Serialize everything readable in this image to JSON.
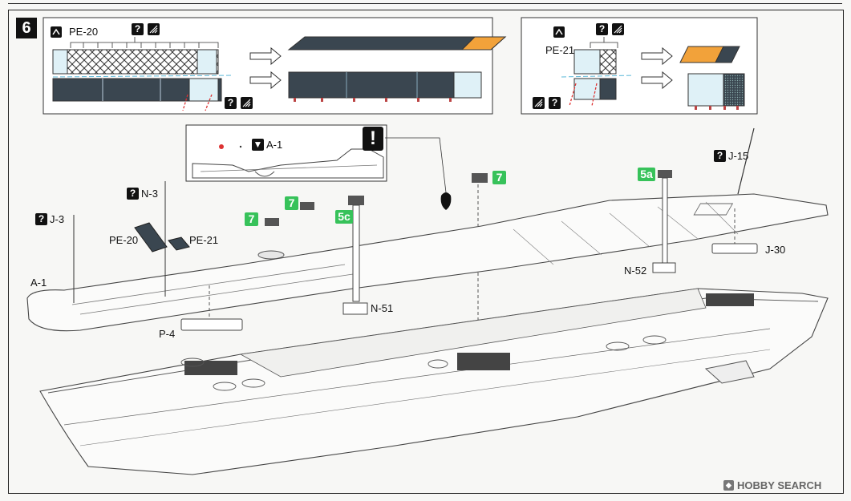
{
  "step": {
    "number": "6"
  },
  "colors": {
    "ink": "#111111",
    "green_badge": "#37c25a",
    "orange_panel": "#f2a23a",
    "light_blue_panel": "#dff1f7",
    "etch_gray": "#3a4650"
  },
  "inset_left": {
    "part": "PE-20",
    "icons": [
      "bend-icon",
      "question-icon",
      "glue-icon"
    ]
  },
  "inset_right": {
    "part": "PE-21",
    "icons": [
      "bend-icon",
      "question-icon",
      "glue-icon"
    ]
  },
  "detail_inset": {
    "part": "A-1",
    "note": "!"
  },
  "green_badges": [
    "7",
    "7",
    "7",
    "5c",
    "5a"
  ],
  "labels": {
    "j3": "J-3",
    "n3": "N-3",
    "pe20": "PE-20",
    "pe21": "PE-21",
    "a1": "A-1",
    "p4": "P-4",
    "n51": "N-51",
    "n52": "N-52",
    "j15": "J-15",
    "j30": "J-30"
  },
  "question_mark": "?",
  "watermark": "HOBBY SEARCH"
}
